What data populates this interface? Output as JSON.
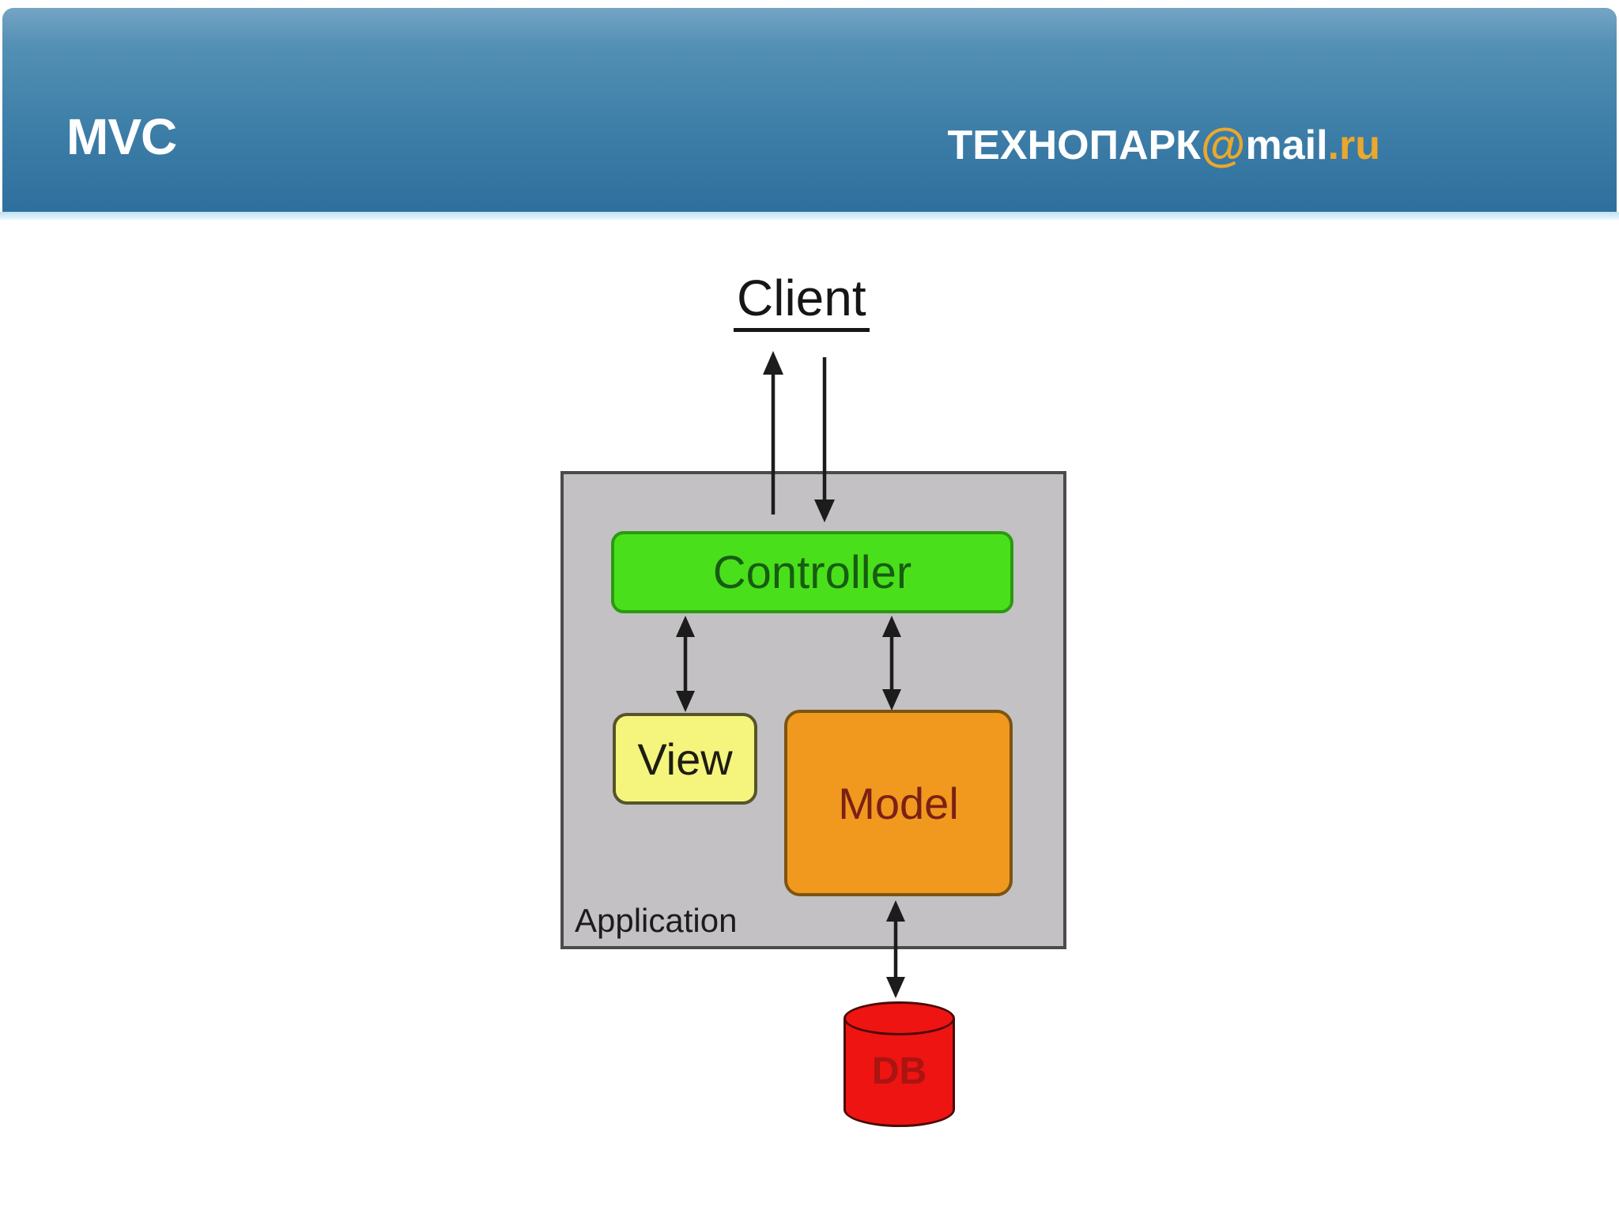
{
  "header": {
    "title": "MVC",
    "logo": {
      "brand": "ТЕХНОПАРК",
      "at_symbol": "@",
      "mail": "mail",
      "domain": ".ru"
    }
  },
  "diagram": {
    "client_label": "Client",
    "application_label": "Application",
    "controller_label": "Controller",
    "view_label": "View",
    "model_label": "Model",
    "db_label": "DB",
    "colors": {
      "header_gradient_top": "#74a5c5",
      "header_gradient_bottom": "#2e6f9e",
      "logo_gold": "#eaa82e",
      "application_fill": "#c3c1c3",
      "controller_fill": "#49e01b",
      "controller_border": "#2a9a12",
      "view_fill": "#f5f57e",
      "model_fill": "#f0991e",
      "model_text": "#7c2016",
      "db_fill": "#ee1411",
      "arrow_color": "#1c1c1c"
    }
  }
}
